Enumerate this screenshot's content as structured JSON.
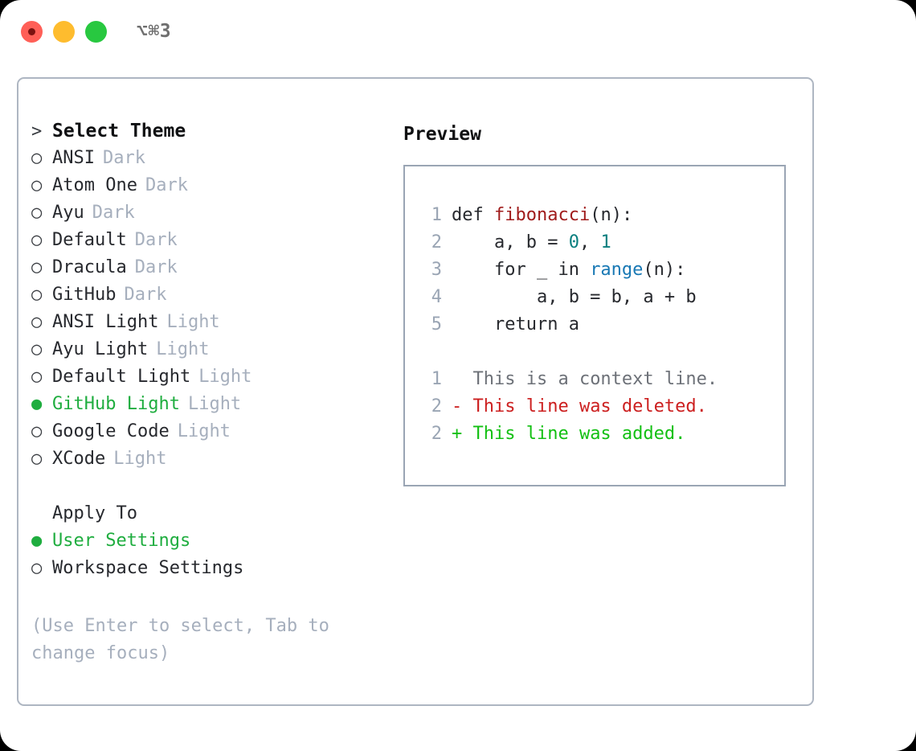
{
  "titlebar": {
    "shortcut": "⌥⌘3",
    "buttons": {
      "close": "close-button",
      "minimize": "minimize-button",
      "maximize": "maximize-button"
    }
  },
  "colors": {
    "accent_green": "#1fad3f",
    "muted": "#a6afbd",
    "text": "#27292e",
    "border": "#aeb6c2",
    "preview_border": "#9aa5b4",
    "diff_add": "#13c013",
    "diff_del": "#cc1f1f",
    "syntax_fn": "#a01c1c",
    "syntax_num": "#0a7f7f",
    "syntax_call": "#1878b4"
  },
  "theme_list": {
    "heading": "Select Theme",
    "heading_prefix": ">",
    "bullet_selected": "●",
    "bullet_unselected": "○",
    "items": [
      {
        "bullet": "○",
        "label": "ANSI",
        "tag": "Dark",
        "selected": false
      },
      {
        "bullet": "○",
        "label": "Atom One",
        "tag": "Dark",
        "selected": false
      },
      {
        "bullet": "○",
        "label": "Ayu",
        "tag": "Dark",
        "selected": false
      },
      {
        "bullet": "○",
        "label": "Default",
        "tag": "Dark",
        "selected": false
      },
      {
        "bullet": "○",
        "label": "Dracula",
        "tag": "Dark",
        "selected": false
      },
      {
        "bullet": "○",
        "label": "GitHub",
        "tag": "Dark",
        "selected": false
      },
      {
        "bullet": "○",
        "label": "ANSI Light",
        "tag": "Light",
        "selected": false
      },
      {
        "bullet": "○",
        "label": "Ayu Light",
        "tag": "Light",
        "selected": false
      },
      {
        "bullet": "○",
        "label": "Default Light",
        "tag": "Light",
        "selected": false
      },
      {
        "bullet": "●",
        "label": "GitHub Light",
        "tag": "Light",
        "selected": true
      },
      {
        "bullet": "○",
        "label": "Google Code",
        "tag": "Light",
        "selected": false
      },
      {
        "bullet": "○",
        "label": "XCode",
        "tag": "Light",
        "selected": false
      }
    ]
  },
  "apply_to": {
    "heading": "Apply To",
    "items": [
      {
        "bullet": "●",
        "label": "User Settings",
        "selected": true
      },
      {
        "bullet": "○",
        "label": "Workspace Settings",
        "selected": false
      }
    ]
  },
  "hint": "(Use Enter to select, Tab to change focus)",
  "preview": {
    "title": "Preview",
    "code_lines": [
      {
        "no": "1",
        "parts": [
          {
            "t": "def ",
            "c": "plain"
          },
          {
            "t": "fibonacci",
            "c": "fn"
          },
          {
            "t": "(n):",
            "c": "plain"
          }
        ]
      },
      {
        "no": "2",
        "parts": [
          {
            "t": "    a, b = ",
            "c": "plain"
          },
          {
            "t": "0",
            "c": "num"
          },
          {
            "t": ", ",
            "c": "plain"
          },
          {
            "t": "1",
            "c": "num"
          }
        ]
      },
      {
        "no": "3",
        "parts": [
          {
            "t": "    for _ in ",
            "c": "plain"
          },
          {
            "t": "range",
            "c": "call"
          },
          {
            "t": "(n):",
            "c": "plain"
          }
        ]
      },
      {
        "no": "4",
        "parts": [
          {
            "t": "        a, b = b, a + b",
            "c": "plain"
          }
        ]
      },
      {
        "no": "5",
        "parts": [
          {
            "t": "    return a",
            "c": "plain"
          }
        ]
      }
    ],
    "diff_lines": [
      {
        "no": "1",
        "marker": " ",
        "text": " This is a context line.",
        "kind": "ctx"
      },
      {
        "no": "2",
        "marker": "-",
        "text": " This line was deleted.",
        "kind": "del"
      },
      {
        "no": "2",
        "marker": "+",
        "text": " This line was added.",
        "kind": "add"
      }
    ]
  }
}
